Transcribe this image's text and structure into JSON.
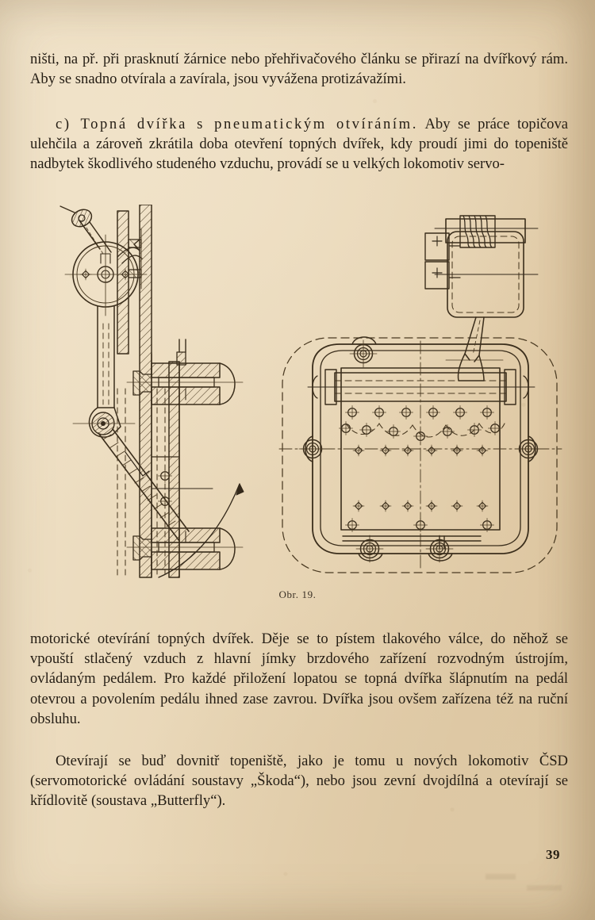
{
  "document": {
    "language": "Czech",
    "page_number": "39"
  },
  "paragraphs": {
    "p1": "ništi, na př. při prasknutí žárnice nebo přehřivačového článku se přirazí na dvířkový rám. Aby se snadno otvírala a zavírala, jsou vyvážena protizávažími.",
    "p2_heading": "c) Topná dvířka s pneumatickým otvíráním.",
    "p2_body": "Aby se práce topičova ulehčila a zároveň zkrátila doba otevření topných dvířek, kdy proudí jimi do topeniště nadbytek škodlivého studeného vzduchu, provádí se u velkých lokomotiv servo-",
    "p3": "motorické otevírání topných dvířek. Děje se to pístem tlakového válce, do něhož se vpouští stlačený vzduch z hlavní jímky brzdového zařízení rozvodným ústrojím, ovládaným pedálem. Pro každé přiložení lopatou se topná dvířka šlápnutím na pedál otevrou a povolením pedálu ihned zase zavrou. Dvířka jsou ovšem zařízena též na ruční obsluhu.",
    "p4": "Otevírají se buď dovnitř topeniště, jako je tomu u nových lokomotiv ČSD (servomotorické ovládání soustavy „Škoda“), nebo jsou zevní dvojdílná a otevírají se křídlovitě (soustava „Butterfly“)."
  },
  "figure": {
    "caption": "Obr. 19.",
    "description": "Technický výkres: servomotorické pneumatické otevírání topných dvířek — boční řez ovládacím ústrojím vlevo a čelní pohled na dvířka s tlakovým válcem vpravo.",
    "ink_color": "#4a3a22",
    "ink_color_dark": "#33281a"
  },
  "colors": {
    "paper": "#ecdcbf",
    "text": "#241d14",
    "caption": "#3a3024"
  }
}
